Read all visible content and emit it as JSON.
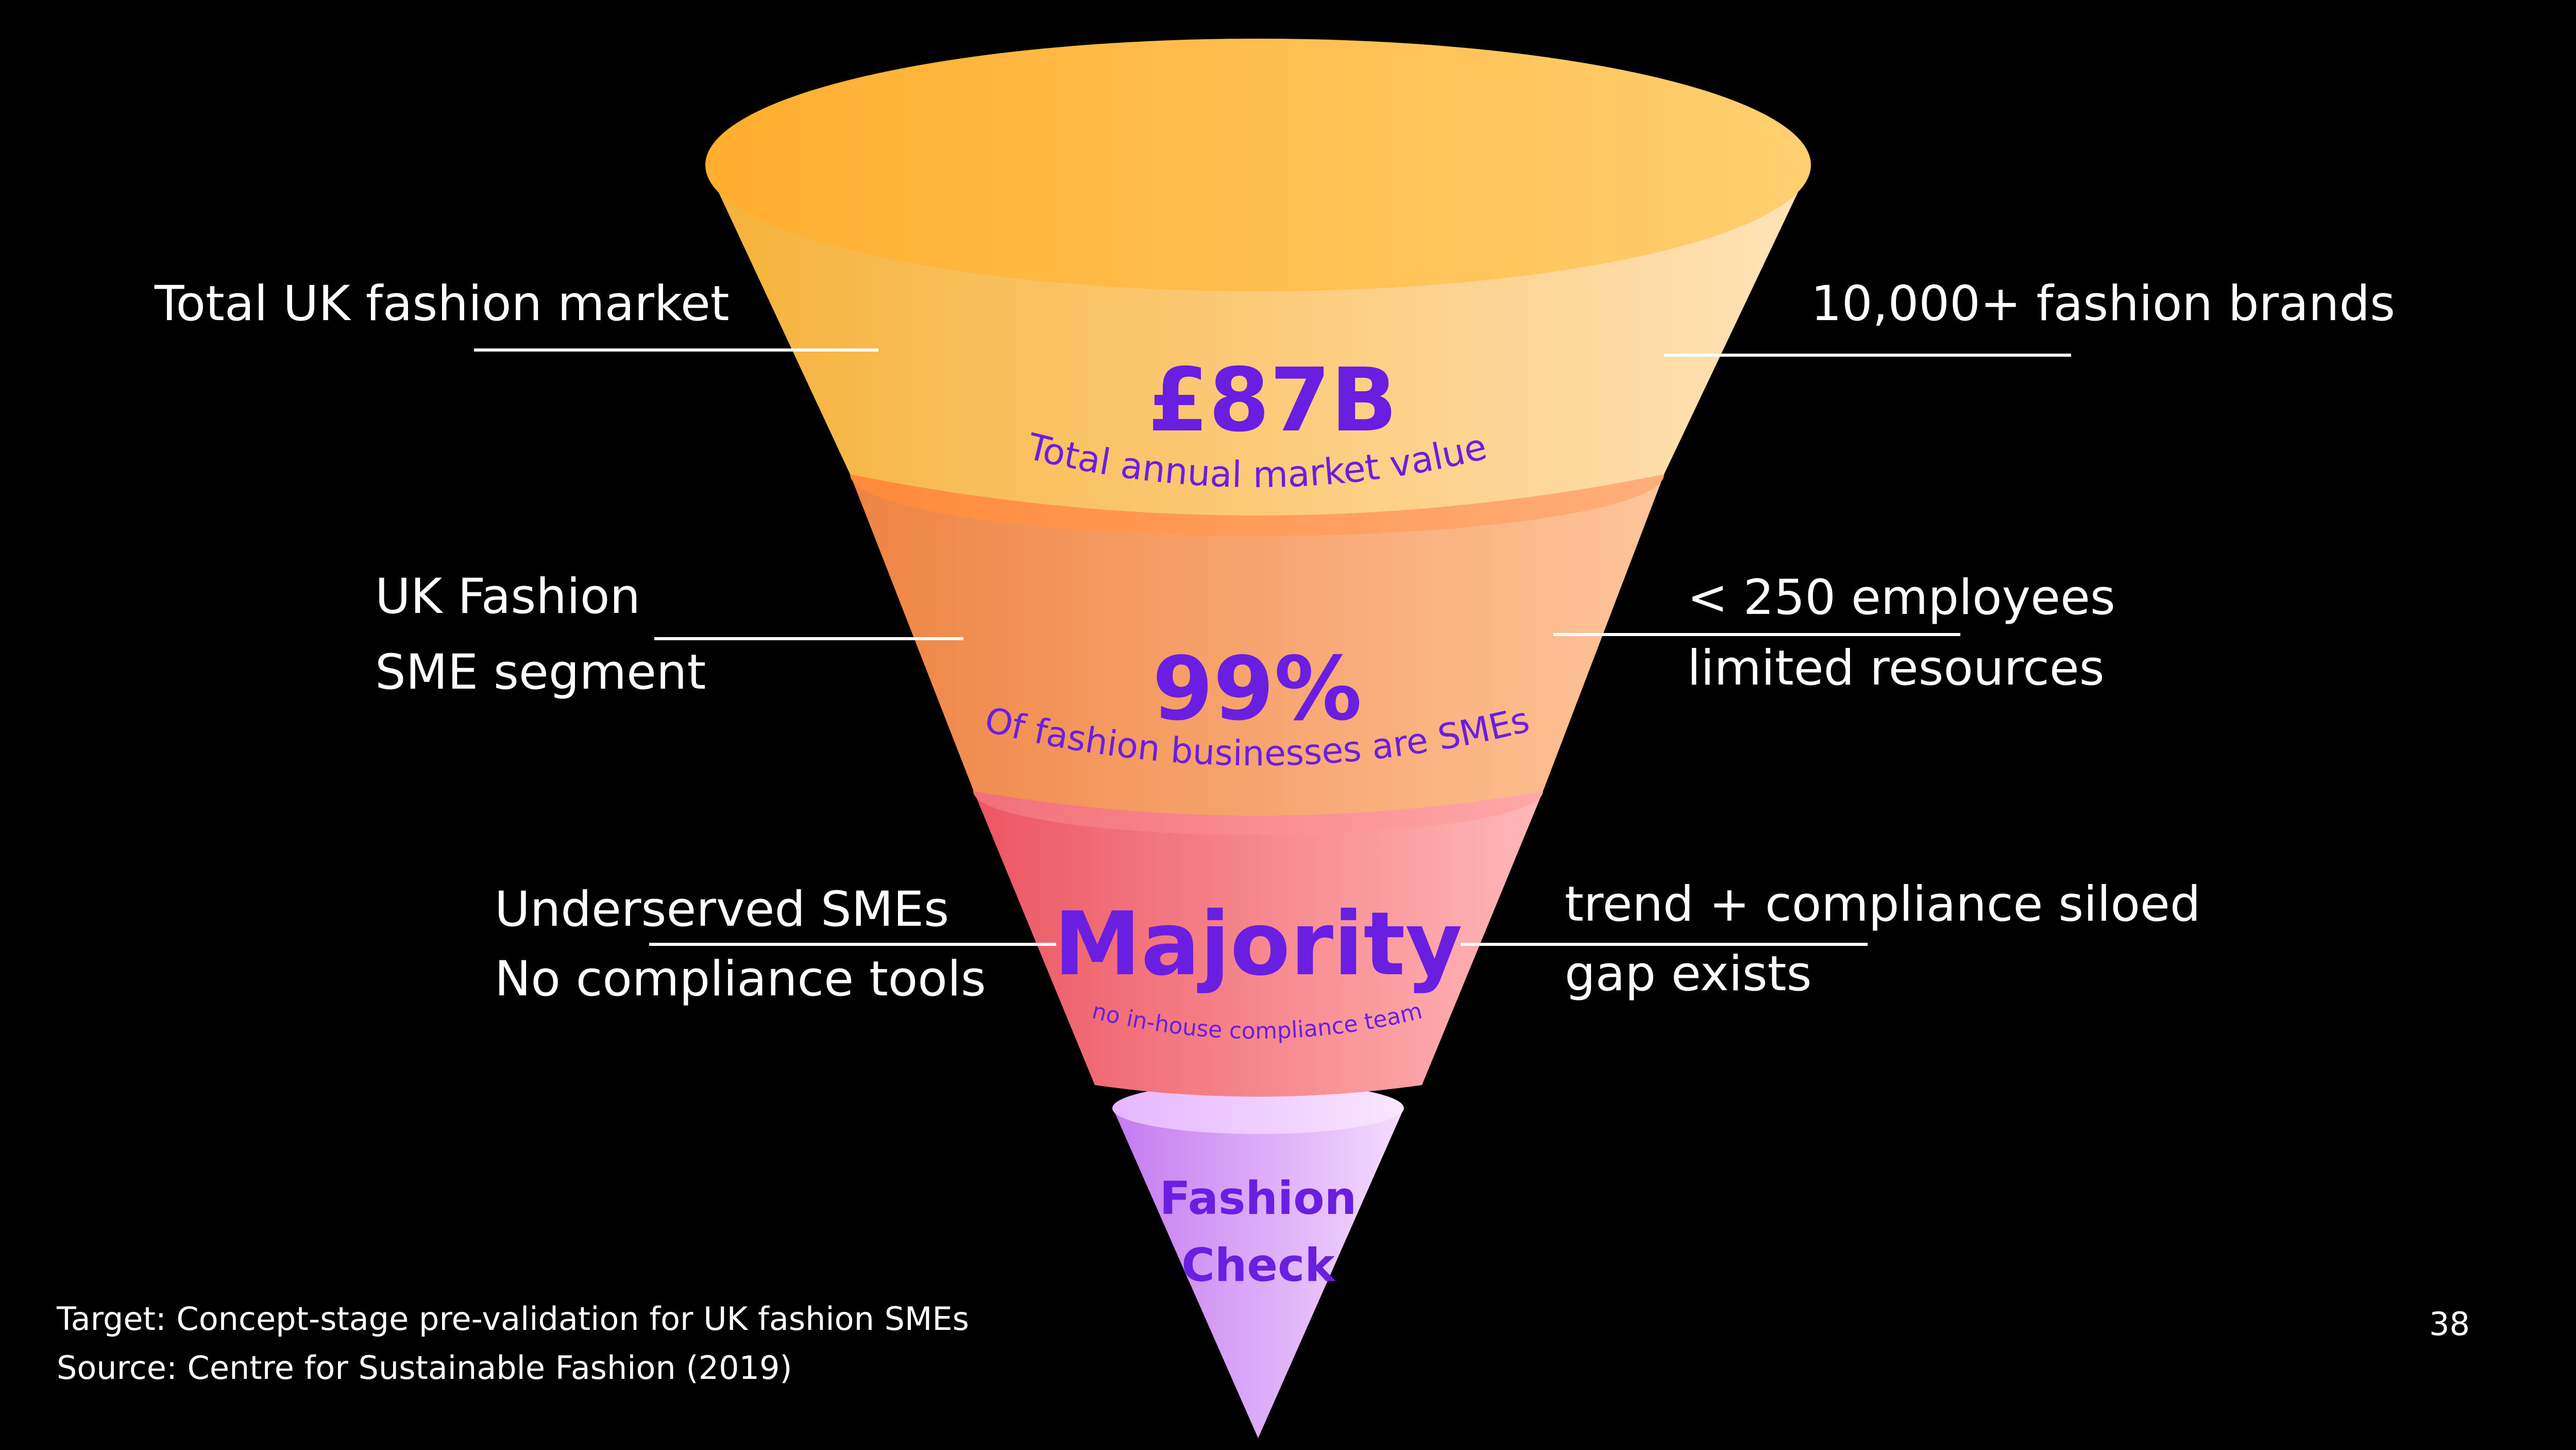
{
  "funnel": {
    "level1": {
      "value": "£87B",
      "caption": "Total annual market value",
      "left_label": "Total UK fashion market",
      "right_label": "10,000+ fashion brands"
    },
    "level2": {
      "value": "99%",
      "caption": "Of fashion businesses are SMEs",
      "left_label": [
        "UK Fashion",
        "SME segment"
      ],
      "right_label": [
        "< 250 employees",
        "limited resources"
      ]
    },
    "level3": {
      "value": "Majority",
      "caption": "no in-house compliance team",
      "left_label": [
        "Underserved SMEs",
        "No compliance tools"
      ],
      "right_label": [
        "trend + compliance siloed",
        "gap exists"
      ]
    },
    "level4": {
      "value": [
        "Fashion",
        "Check"
      ]
    }
  },
  "footer": {
    "target": "Target: Concept-stage pre-validation for UK fashion SMEs",
    "source": "Source: Centre for Sustainable Fashion (2019)",
    "page_number": "38"
  },
  "colors": {
    "accent_text": "#6a1fe0",
    "level1_left": "#f6b23a",
    "level1_right": "#ffe3b8",
    "level2_left": "#f08a46",
    "level2_right": "#ffc194",
    "level3_left": "#ee5c66",
    "level3_right": "#ffb4b4",
    "level4_left": "#c97cf0",
    "level4_right": "#f2d6ff"
  }
}
